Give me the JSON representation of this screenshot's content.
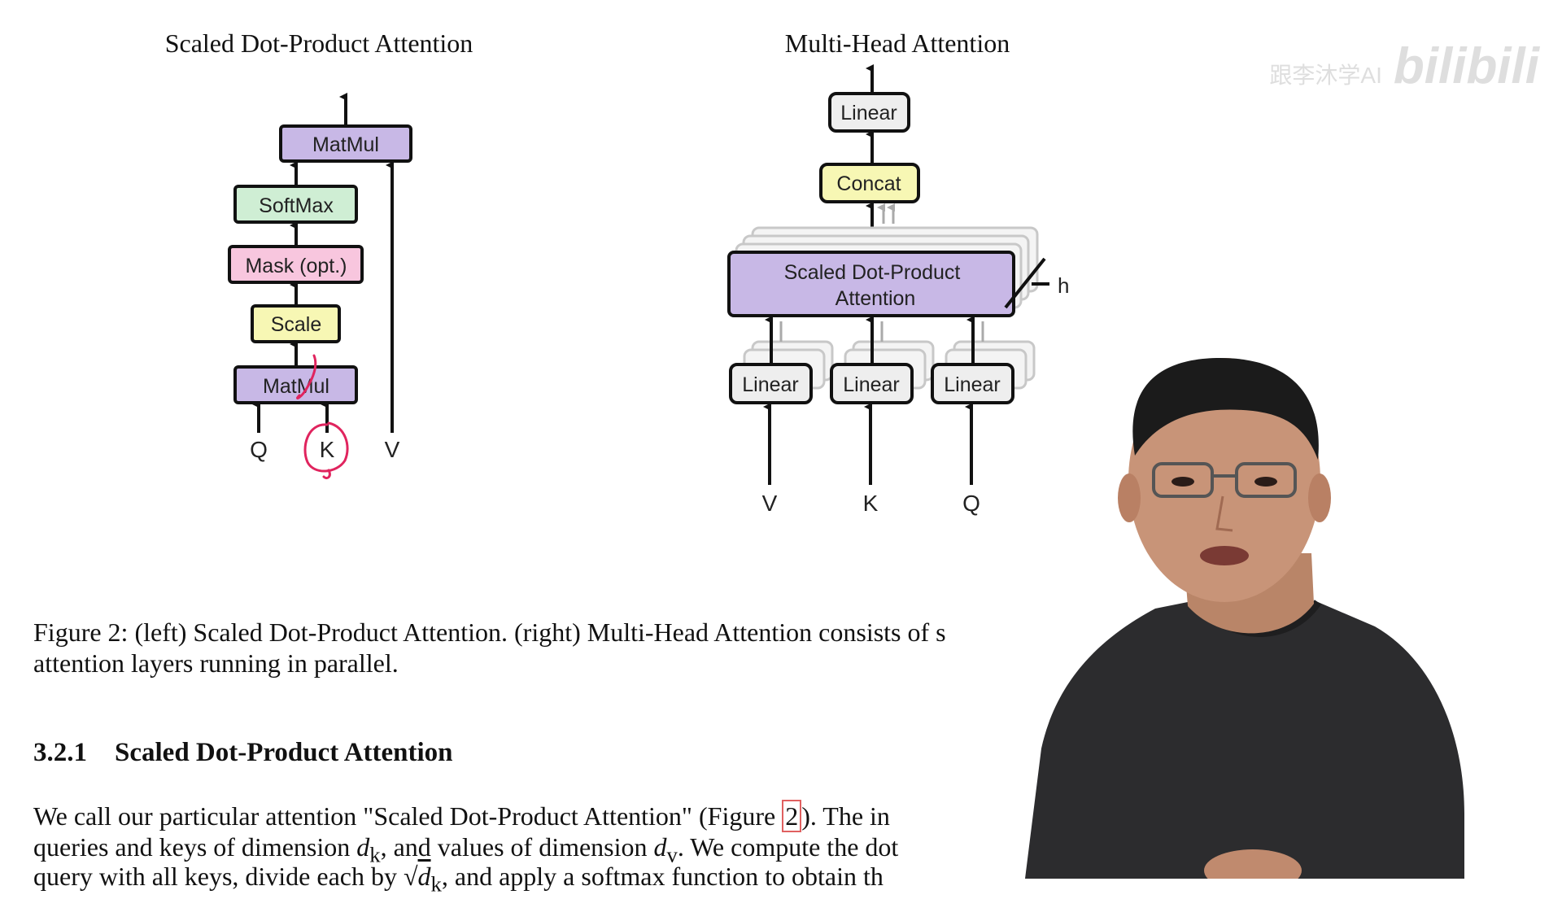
{
  "left_diagram": {
    "title": "Scaled Dot-Product Attention",
    "blocks": {
      "matmul_top": "MatMul",
      "softmax": "SoftMax",
      "mask": "Mask (opt.)",
      "scale": "Scale",
      "matmul_bottom": "MatMul"
    },
    "inputs": {
      "q": "Q",
      "k": "K",
      "v": "V"
    },
    "colors": {
      "matmul": "#c8b8e6",
      "softmax": "#cfeed4",
      "mask": "#f8c6de",
      "scale": "#f7f7b4"
    }
  },
  "right_diagram": {
    "title": "Multi-Head Attention",
    "blocks": {
      "linear_top": "Linear",
      "concat": "Concat",
      "attention_line1": "Scaled Dot-Product",
      "attention_line2": "Attention",
      "linear_v": "Linear",
      "linear_k": "Linear",
      "linear_q": "Linear"
    },
    "heads_label": "h",
    "inputs": {
      "v": "V",
      "k": "K",
      "q": "Q"
    },
    "colors": {
      "linear": "#eeeeee",
      "concat": "#f7f7b4",
      "attention": "#c8b8e6"
    }
  },
  "caption": {
    "line1": "Figure 2:  (left) Scaled Dot-Product Attention.  (right) Multi-Head Attention consists of s",
    "line2": "attention layers running in parallel."
  },
  "section": {
    "number": "3.2.1",
    "title": "Scaled Dot-Product Attention"
  },
  "body_text": {
    "line1_a": "We call our particular attention \"Scaled Dot-Product Attention\" (Figure ",
    "line1_ref": "2",
    "line1_b": ").  The in",
    "line2_a": "queries and keys of dimension ",
    "line2_dk": "d",
    "line2_dk_sub": "k",
    "line2_b": ", and values of dimension ",
    "line2_dv": "d",
    "line2_dv_sub": "v",
    "line2_c": ".  We compute the dot",
    "line3_a": "query with all keys, divide each by ",
    "line3_sqrt": "√",
    "line3_dk": "d",
    "line3_dk_sub": "k",
    "line3_b": ", and apply a softmax function to obtain th"
  },
  "watermark": {
    "text": "跟李沐学AI",
    "brand": "bilibili"
  },
  "icons": [
    "arrow-icon",
    "annotation-ink",
    "stacked-heads-icon"
  ]
}
